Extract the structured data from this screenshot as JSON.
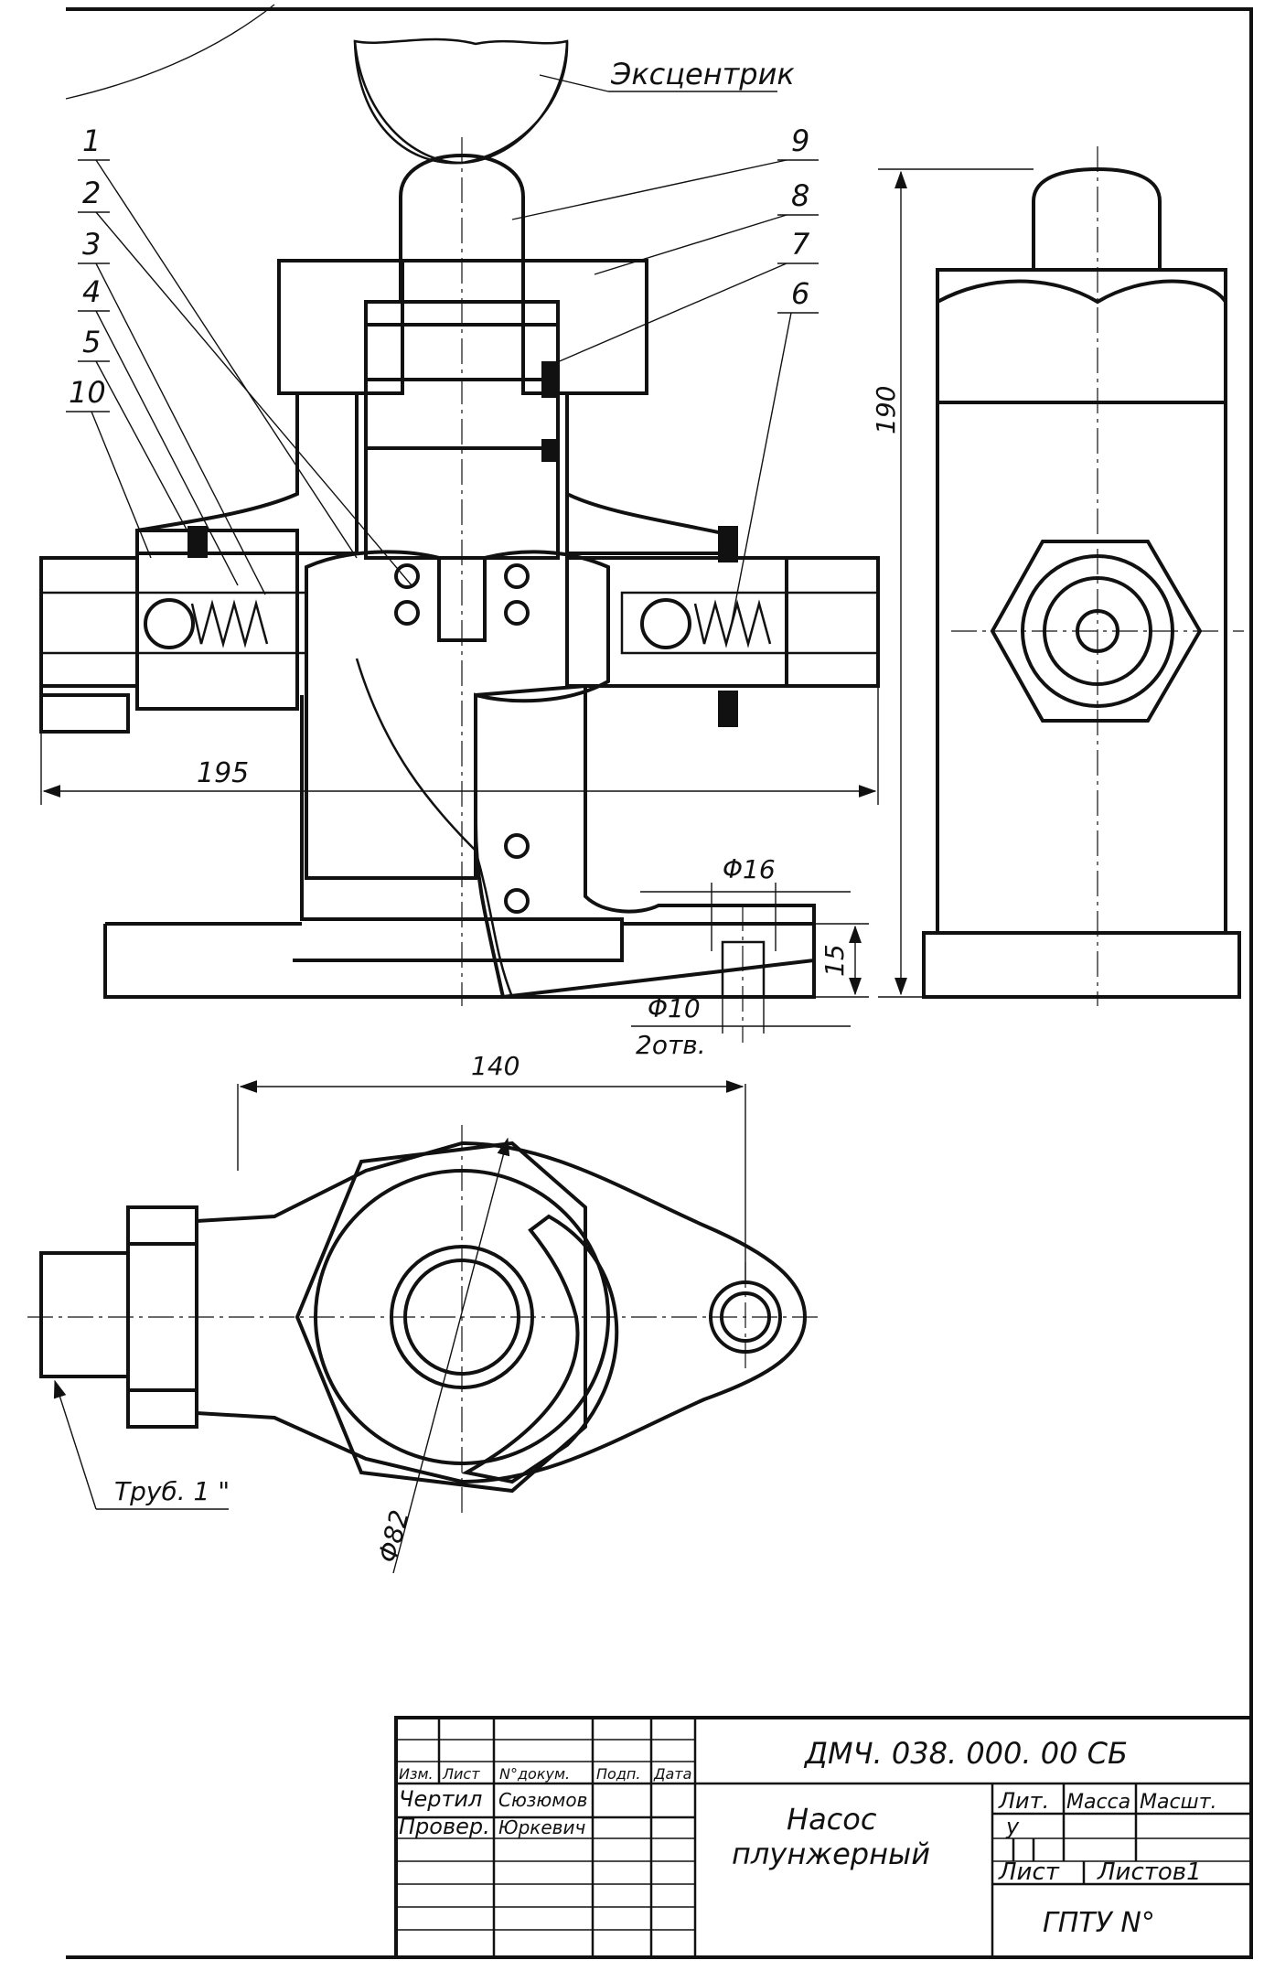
{
  "labels": {
    "eccentric": "Эксцентрик",
    "pipe": "Труб. 1 \""
  },
  "callouts": [
    "1",
    "2",
    "3",
    "4",
    "5",
    "10",
    "9",
    "8",
    "7",
    "6"
  ],
  "dimensions": {
    "width_front": "195",
    "height_side": "190",
    "hole_counterbore": "Φ16",
    "hole_diameter": "Φ10",
    "hole_count": "2отв.",
    "base_height": "15",
    "plan_length": "140",
    "diameter_body": "Φ82"
  },
  "title_block": {
    "headers": [
      "Изм.",
      "Лист",
      "N°докум.",
      "Подп.",
      "Дата"
    ],
    "drawn_role": "Чертил",
    "drawn_name": "Сюзюмов",
    "checked_role": "Провер.",
    "checked_name": "Юркевич",
    "doc_number": "ДМЧ. 038. 000. 00 СБ",
    "title_line1": "Насос",
    "title_line2": "плунжерный",
    "lit_label": "Лит.",
    "mass_label": "Масса",
    "scale_label": "Масшт.",
    "lit_value": "у",
    "sheet_label": "Лист",
    "sheets_label": "Листов1",
    "organization": "ГПТУ N°"
  },
  "colors": {
    "ink": "#111111",
    "paper": "#ffffff"
  }
}
